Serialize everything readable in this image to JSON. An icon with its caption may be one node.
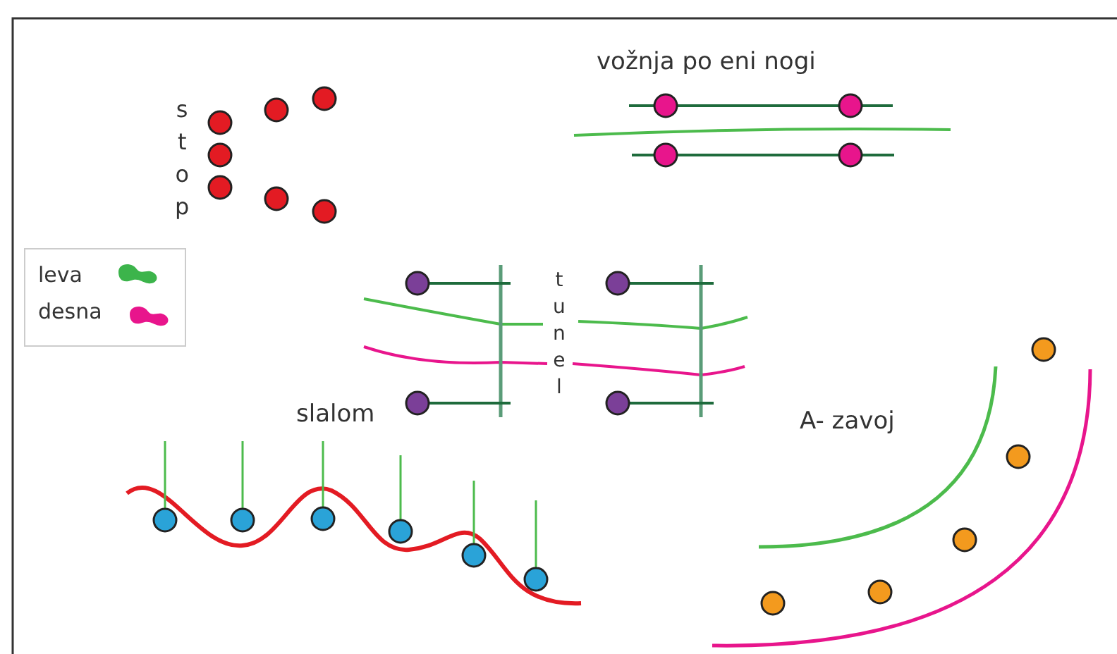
{
  "diagram": {
    "labels": [
      "stop",
      "vožnja po eni nogi",
      "tunel",
      "slalom",
      "A- zavoj"
    ],
    "legend": [
      {
        "text": "leva",
        "color": "#3cb44b"
      },
      {
        "text": "desna",
        "color": "#e8158c"
      }
    ]
  }
}
